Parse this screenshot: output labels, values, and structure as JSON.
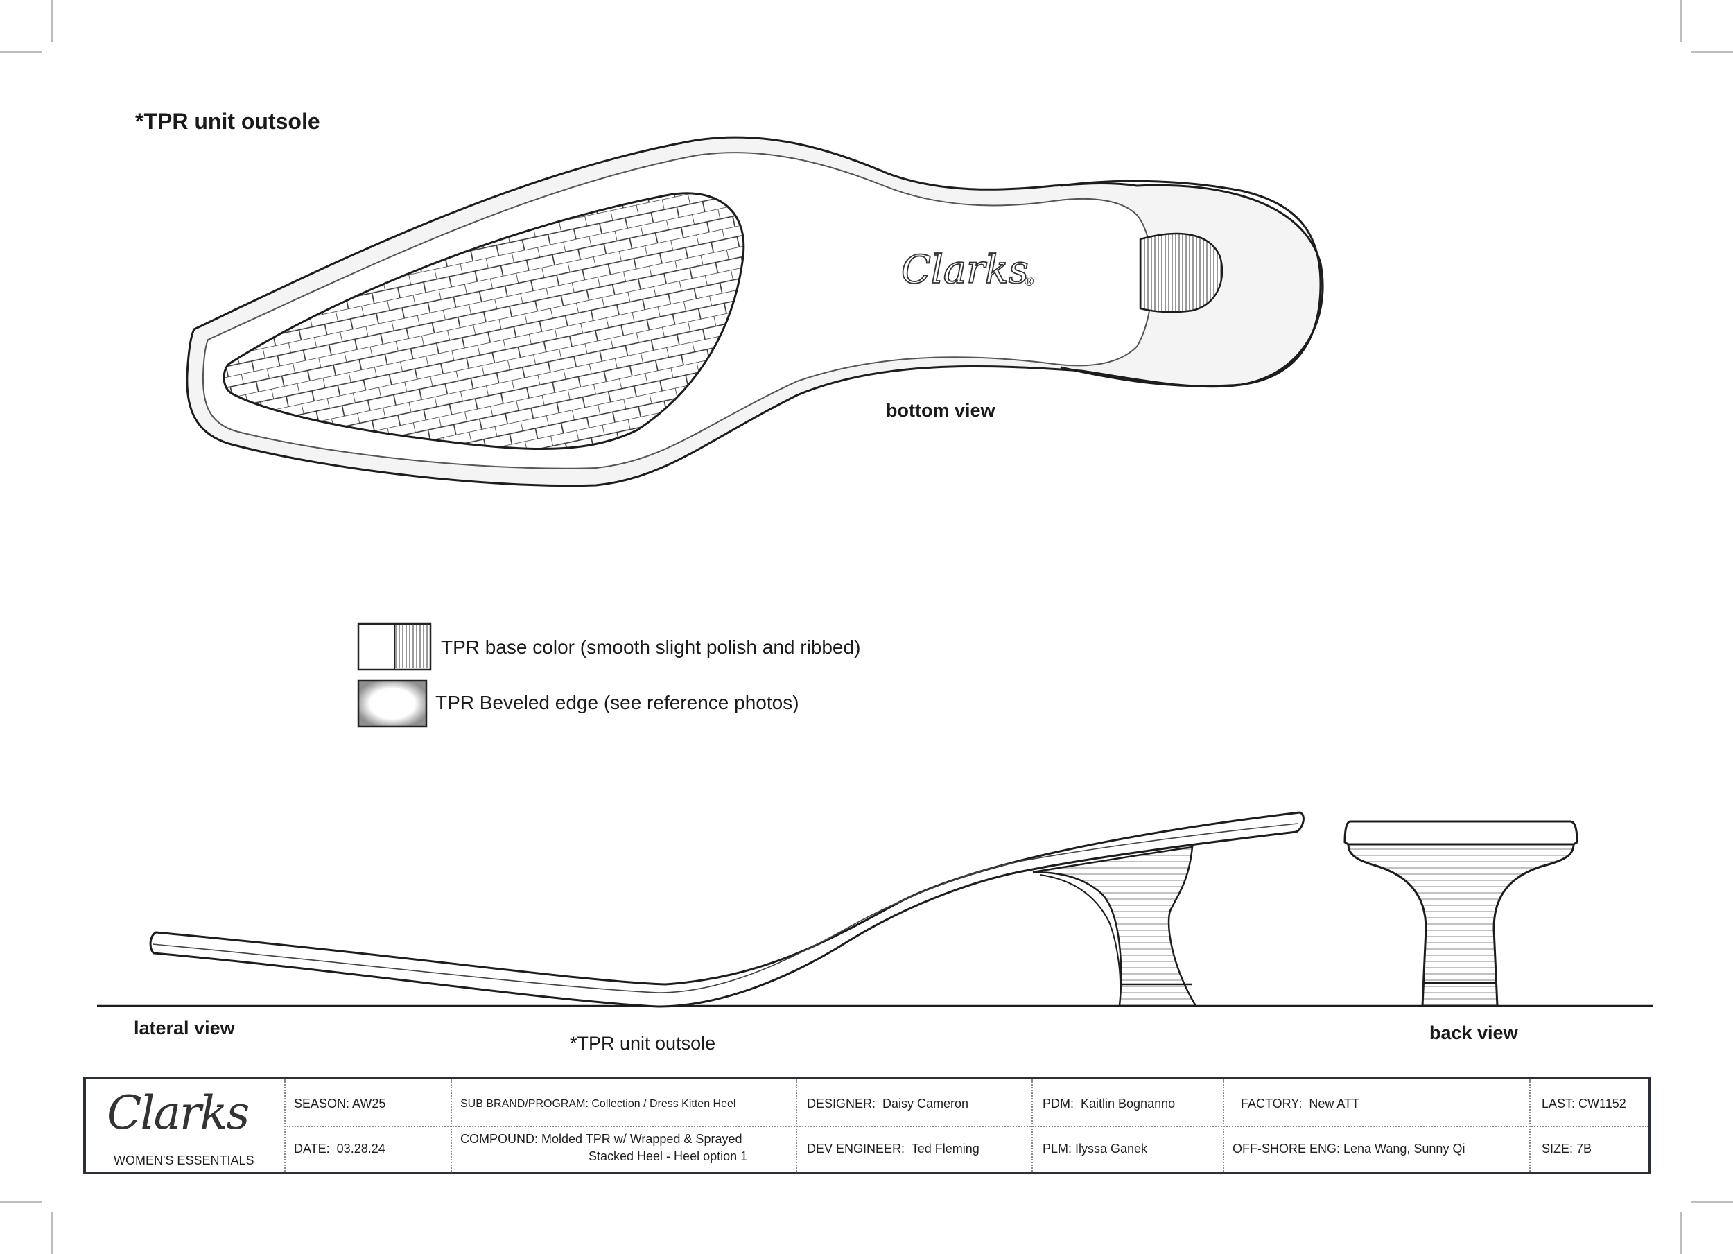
{
  "labels": {
    "top_title": "*TPR unit outsole",
    "bottom_view": "bottom view",
    "lateral_view": "lateral view",
    "lateral_caption": "*TPR unit outsole",
    "back_view": "back view"
  },
  "sole_logo": "Clarks",
  "legend": [
    {
      "text": "TPR base color (smooth slight polish and ribbed)"
    },
    {
      "text": "TPR Beveled edge (see reference photos)"
    }
  ],
  "title_block": {
    "brand_logo": "Clarks",
    "brand_sub": "WOMEN'S ESSENTIALS",
    "season": "SEASON: AW25",
    "date": "DATE:  03.28.24",
    "sub_brand": "SUB BRAND/PROGRAM: Collection / Dress Kitten Heel",
    "compound_line1": "COMPOUND: Molded TPR w/ Wrapped & Sprayed",
    "compound_line2": "Stacked Heel - Heel option 1",
    "designer": "DESIGNER:  Daisy Cameron",
    "dev_engineer": "DEV ENGINEER:  Ted Fleming",
    "pdm": "PDM:  Kaitlin Bognanno",
    "plm": "PLM: Ilyssa Ganek",
    "factory": "FACTORY:  New ATT",
    "offshore": "OFF-SHORE ENG: Lena Wang, Sunny Qi",
    "last": "LAST: CW1152",
    "size": "SIZE: 7B"
  }
}
